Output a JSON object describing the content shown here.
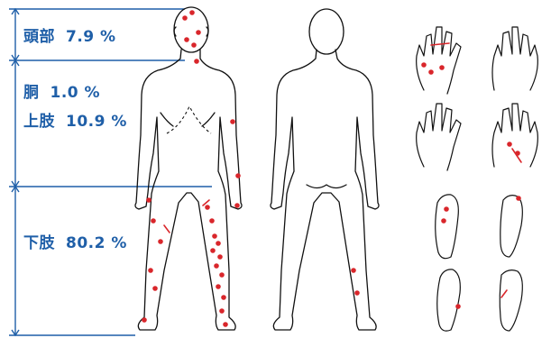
{
  "colors": {
    "annotation": "#1f5fa8",
    "outline": "#111111",
    "marker": "#d9262b"
  },
  "regions": [
    {
      "id": "head",
      "name": "頭部",
      "percent": "7.9 %"
    },
    {
      "id": "trunk",
      "name": "胴",
      "percent": "1.0 %"
    },
    {
      "id": "upper_limb",
      "name": "上肢",
      "percent": "10.9 %"
    },
    {
      "id": "lower_limb",
      "name": "下肢",
      "percent": "80.2 %"
    }
  ],
  "figures": [
    {
      "id": "body-front"
    },
    {
      "id": "body-back"
    },
    {
      "id": "hand-back-left"
    },
    {
      "id": "hand-back-right"
    },
    {
      "id": "hand-palm-left"
    },
    {
      "id": "hand-palm-right"
    },
    {
      "id": "foot-top-left"
    },
    {
      "id": "foot-top-right"
    },
    {
      "id": "foot-sole-left"
    },
    {
      "id": "foot-sole-right"
    }
  ]
}
